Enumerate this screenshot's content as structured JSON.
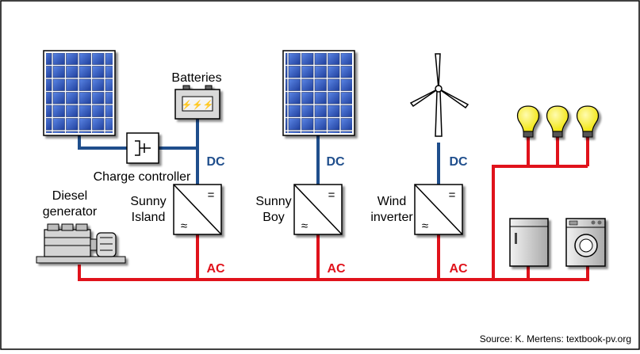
{
  "labels": {
    "batteries": "Batteries",
    "charge_controller": "Charge controller",
    "diesel_line1": "Diesel",
    "diesel_line2": "generator",
    "sunny_island_line1": "Sunny",
    "sunny_island_line2": "Island",
    "sunny_boy_line1": "Sunny",
    "sunny_boy_line2": "Boy",
    "wind_inverter_line1": "Wind",
    "wind_inverter_line2": "inverter",
    "dc": "DC",
    "ac": "AC",
    "inverter_dc_symbol": "=",
    "inverter_ac_symbol": "≈",
    "battery_symbol": "⚡⚡⚡"
  },
  "source": "Source: K. Mertens: textbook-pv.org",
  "colors": {
    "dc_line": "#1f4e8c",
    "ac_line": "#e0121b",
    "panel_cell": "#3560c8",
    "bulb": "#f3ea2a"
  },
  "icons": {
    "solar_panel": "solar-panel-icon",
    "battery": "battery-icon",
    "charge_controller": "charge-controller-icon",
    "inverter": "inverter-icon",
    "wind_turbine": "wind-turbine-icon",
    "light_bulb": "light-bulb-icon",
    "refrigerator": "refrigerator-icon",
    "washing_machine": "washing-machine-icon",
    "diesel_generator": "diesel-generator-icon"
  }
}
